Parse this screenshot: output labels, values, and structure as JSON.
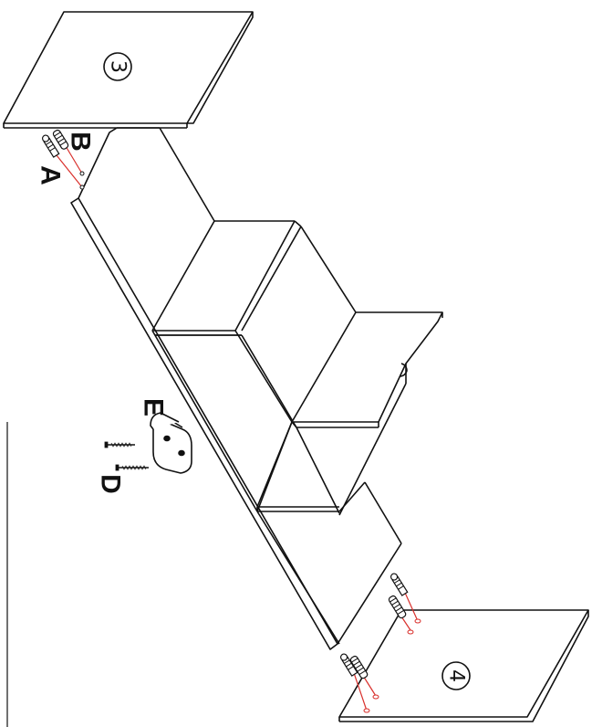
{
  "diagram": {
    "panel_labels": {
      "panel_3": "3",
      "panel_4": "4"
    },
    "part_labels": {
      "a": "A",
      "b": "B",
      "d": "D",
      "e": "E"
    },
    "colors": {
      "line": "#111111",
      "dowel_line": "#d9302c",
      "panel_fill": "#ffffff",
      "block_fill": "#ffffff"
    }
  }
}
